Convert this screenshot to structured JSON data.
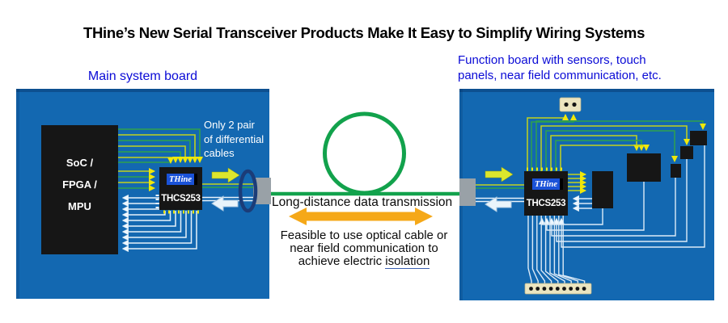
{
  "title": "THine’s New Serial Transceiver Products Make It Easy to Simplify Wiring Systems",
  "left_board": {
    "label": "Main system board",
    "soc_lines": [
      "SoC /",
      "FPGA /",
      "MPU"
    ],
    "chip": {
      "logo": "THine",
      "part": "THCS253"
    },
    "note_lines": [
      "Only 2 pair",
      "of differential",
      "cables"
    ]
  },
  "right_board": {
    "label_lines": [
      "Function board with sensors, touch",
      "panels, near field communication, etc."
    ],
    "chip": {
      "logo": "THine",
      "part": "THCS253"
    }
  },
  "middle": {
    "cable_caption": "Long-distance data transmission",
    "feasible_line1": "Feasible to use optical cable or",
    "feasible_line2": "near field communication to",
    "feasible_line3_prefix": "achieve electric ",
    "feasible_line3_underlined": "isolation"
  },
  "colors": {
    "board_blue": "#1368b1",
    "cable_green": "#12a24c",
    "wire_yellow_green": "#c3d21d",
    "wire_green": "#2fa14d",
    "wire_white": "#e8f3fb",
    "arrow_yellow": "#dce62d",
    "arrow_orange": "#f5a818",
    "label_blue": "#0a0ad6",
    "chip_black": "#161616",
    "connector_gray": "#99a1a7",
    "connector_beige": "#ece5c0",
    "ring_navy": "#1b3c78",
    "logo_blue": "#1a52d8"
  }
}
